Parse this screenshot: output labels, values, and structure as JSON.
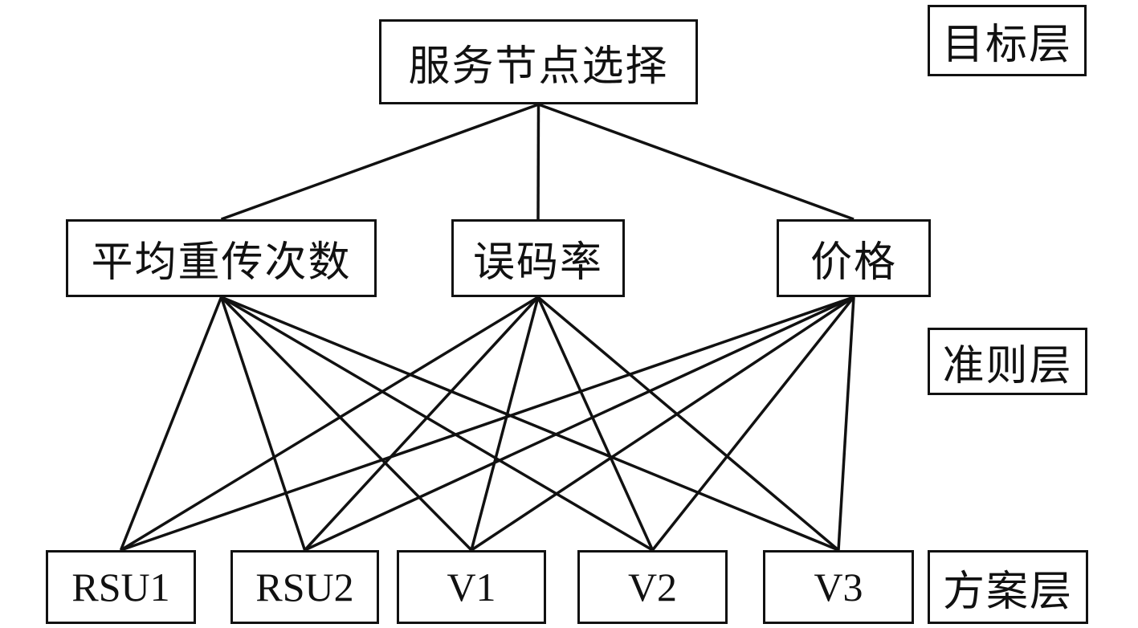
{
  "goal": {
    "label": "服务节点选择"
  },
  "criteria": [
    {
      "id": "c1",
      "label": "平均重传次数"
    },
    {
      "id": "c2",
      "label": "误码率"
    },
    {
      "id": "c3",
      "label": "价格"
    }
  ],
  "alternatives": [
    {
      "id": "a1",
      "label": "RSU1"
    },
    {
      "id": "a2",
      "label": "RSU2"
    },
    {
      "id": "a3",
      "label": "V1"
    },
    {
      "id": "a4",
      "label": "V2"
    },
    {
      "id": "a5",
      "label": "V3"
    }
  ],
  "layers": {
    "goal_layer": "目标层",
    "criteria_layer": "准则层",
    "alternative_layer": "方案层"
  },
  "edges": {
    "goal_to_criteria": [
      "c1",
      "c2",
      "c3"
    ],
    "criteria_to_alternatives": "all"
  },
  "colors": {
    "stroke": "#111111",
    "background": "#ffffff"
  }
}
